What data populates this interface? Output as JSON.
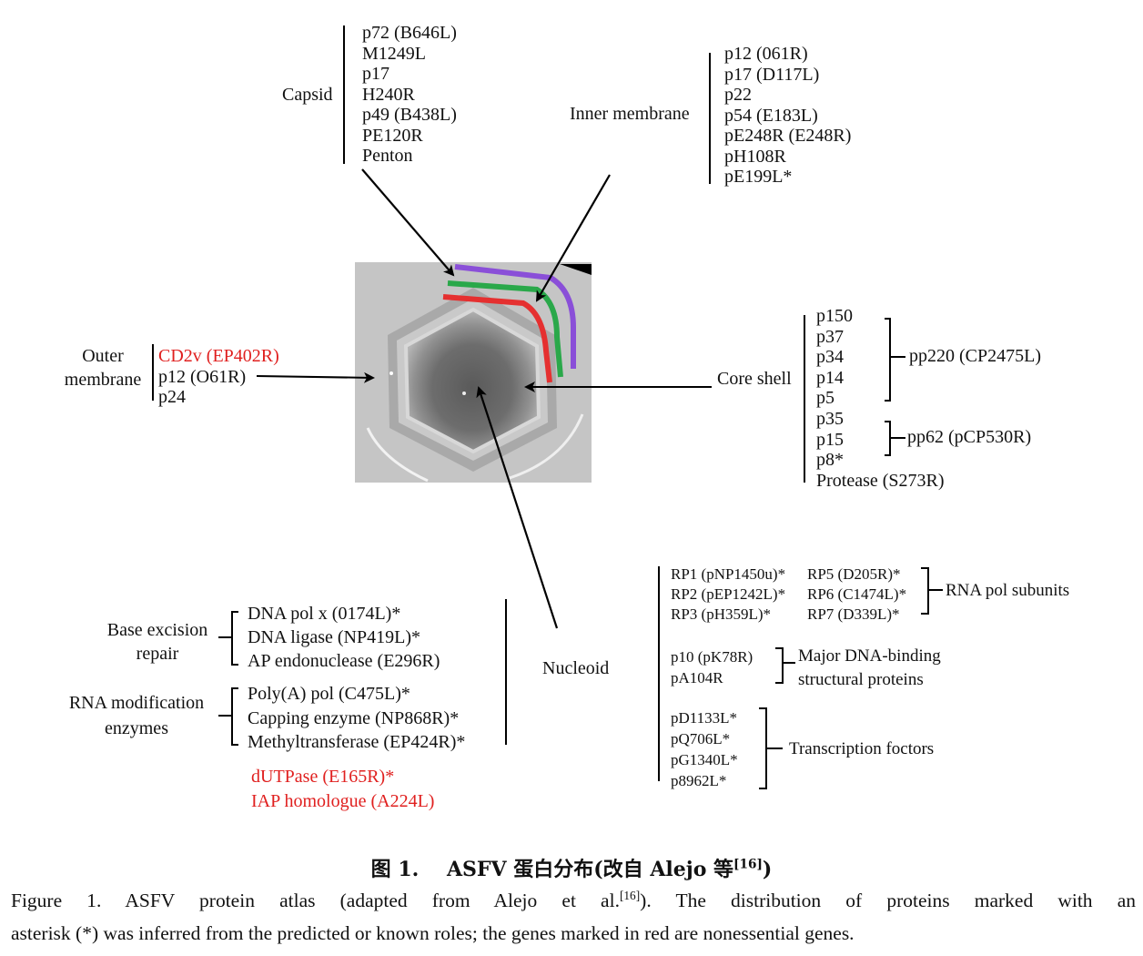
{
  "capsid": {
    "label": "Capsid",
    "items": [
      "p72 (B646L)",
      "M1249L",
      "p17",
      "H240R",
      "p49 (B438L)",
      "PE120R",
      "Penton"
    ]
  },
  "inner_membrane": {
    "label": "Inner membrane",
    "items": [
      "p12 (061R)",
      "p17 (D117L)",
      "p22",
      "p54 (E183L)",
      "pE248R (E248R)",
      "pH108R",
      "pE199L*"
    ]
  },
  "outer_membrane": {
    "label_line1": "Outer",
    "label_line2": "membrane",
    "items": [
      {
        "text": "CD2v (EP402R)",
        "color": "#e0201f"
      },
      {
        "text": "p12 (O61R)",
        "color": "#111111"
      },
      {
        "text": "p24",
        "color": "#111111"
      }
    ]
  },
  "core_shell": {
    "label": "Core shell",
    "items": [
      "p150",
      "p37",
      "p34",
      "p14",
      "p5",
      "p35",
      "p15",
      "p8*",
      "Protease (S273R)"
    ],
    "group1": "pp220 (CP2475L)",
    "group2": "pp62 (pCP530R)"
  },
  "nucleoid": {
    "label": "Nucleoid",
    "base_excision": {
      "label_line1": "Base excision",
      "label_line2": "repair",
      "items": [
        "DNA pol x (0174L)*",
        "DNA ligase (NP419L)*",
        "AP endonuclease (E296R)"
      ]
    },
    "rna_modification": {
      "label_line1": "RNA modification",
      "label_line2": "enzymes",
      "items": [
        "Poly(A) pol (C475L)*",
        "Capping enzyme (NP868R)*",
        "Methyltransferase (EP424R)*"
      ]
    },
    "nonessential": [
      "dUTPase (E165R)*",
      "IAP homologue (A224L)"
    ],
    "rna_pol": {
      "col1": [
        "RP1 (pNP1450u)*",
        "RP2 (pEP1242L)*",
        "RP3 (pH359L)*"
      ],
      "col2": [
        "RP5 (D205R)*",
        "RP6 (C1474L)*",
        "RP7 (D339L)*"
      ],
      "label": "RNA pol subunits"
    },
    "dna_binding": {
      "items": [
        "p10 (pK78R)",
        "pA104R"
      ],
      "label_line1": "Major DNA-binding",
      "label_line2": "structural proteins"
    },
    "transcription": {
      "items": [
        "pD1133L*",
        "pQ706L*",
        "pG1340L*",
        "p8962L*"
      ],
      "label": "Transcription foctors"
    }
  },
  "colors": {
    "outer_membrane_line": "#8a4fd8",
    "inner_membrane_line": "#2aa84a",
    "capsid_line": "#e53030",
    "nonessential_text": "#e0201f"
  },
  "caption": {
    "zh_prefix": "图 1.",
    "zh_main": "ASFV 蛋白分布(改自 Alejo 等",
    "zh_ref": "[16]",
    "zh_suffix": ")",
    "en_line1_a": "Figure 1.   ASFV protein atlas (adapted from Alejo et al.",
    "en_ref": "[16]",
    "en_line1_b": "). The distribution of proteins marked with an",
    "en_line2": "asterisk (*) was inferred from the predicted or known roles; the genes marked in red are nonessential genes."
  }
}
